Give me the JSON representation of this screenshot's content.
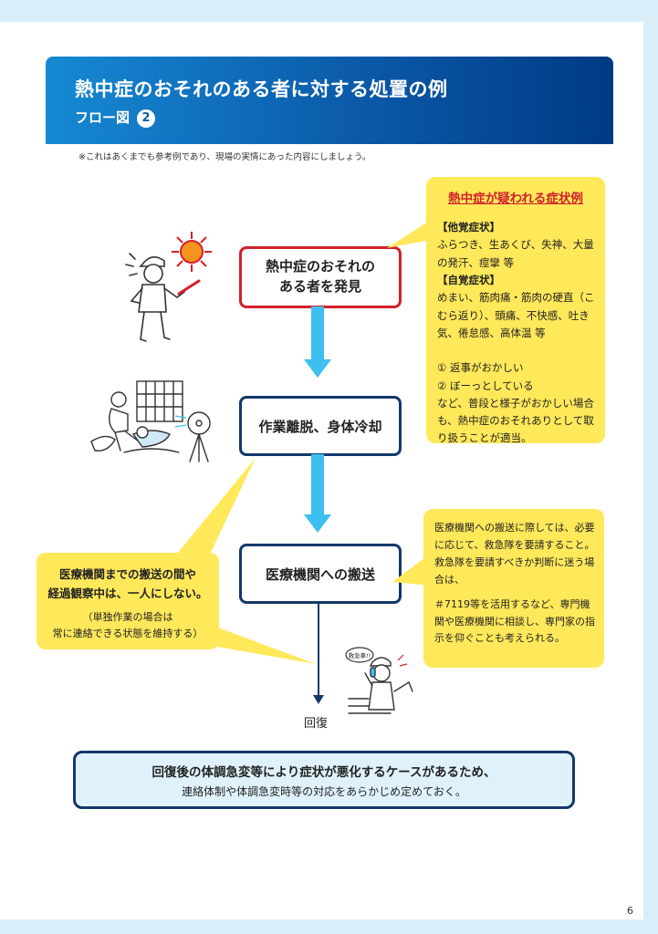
{
  "header": {
    "title": "熱中症のおそれのある者に対する処置の例",
    "subtitle": "フロー図",
    "flow_number": "2"
  },
  "note": "※これはあくまでも参考例であり、現場の実情にあった内容にしましょう。",
  "flow": {
    "step1": {
      "line1": "熱中症のおそれの",
      "line2": "ある者を発見"
    },
    "step2": "作業離脱、身体冷却",
    "step3": "医療機関への搬送",
    "recover": "回復"
  },
  "symptoms": {
    "title": "熱中症が疑われる症状例",
    "other_heading": "【他覚症状】",
    "other_text": "ふらつき、生あくび、失神、大量の発汗、痙攣 等",
    "self_heading": "【自覚症状】",
    "self_text": "めまい、筋肉痛・筋肉の硬直（こむら返り）、頭痛、不快感、吐き気、倦怠感、高体温 等",
    "item1": "① 返事がおかしい",
    "item2": "② ぼーっとしている",
    "closing": "など、普段と様子がおかしい場合も、熱中症のおそれありとして取り扱うことが適当。"
  },
  "transport_note": {
    "para1": "医療機関への搬送に際しては、必要に応じて、救急隊を要請すること。",
    "para2": "救急隊を要請すべきか判断に迷う場合は、",
    "para3": "＃7119等を活用するなど、専門機関や医療機関に相談し、専門家の指示を仰ぐことも考えられる。"
  },
  "alone_note": {
    "line1": "医療機関までの搬送の間や",
    "line2": "経過観察中は、一人にしない。",
    "sub1": "（単独作業の場合は",
    "sub2": "常に連絡できる状態を維持する）"
  },
  "bottom": {
    "line1": "回復後の体調急変等により症状が悪化するケースがあるため、",
    "line2": "連絡体制や体調急変時等の対応をあらかじめ定めておく。"
  },
  "speech_bubble": "救急車!!",
  "page_number": "6",
  "colors": {
    "header_start": "#1689d3",
    "header_end": "#003a84",
    "accent_red": "#d3202b",
    "navy": "#13386b",
    "arrow_blue": "#3dc0ef",
    "yellow": "#ffe85a",
    "page_edge": "#d9eef9"
  }
}
